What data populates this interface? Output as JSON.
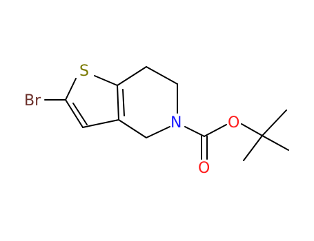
{
  "atoms": {
    "bromine": {
      "label": "Br",
      "color": "#6b2f2a"
    },
    "sulfur": {
      "label": "S",
      "color": "#7a7a00"
    },
    "nitrogen": {
      "label": "N",
      "color": "#1a1aff"
    },
    "oxygen_ester": {
      "label": "O",
      "color": "#ff1a1a"
    },
    "oxygen_carbonyl": {
      "label": "O",
      "color": "#ff1a1a"
    }
  },
  "bond_color": "#000000"
}
